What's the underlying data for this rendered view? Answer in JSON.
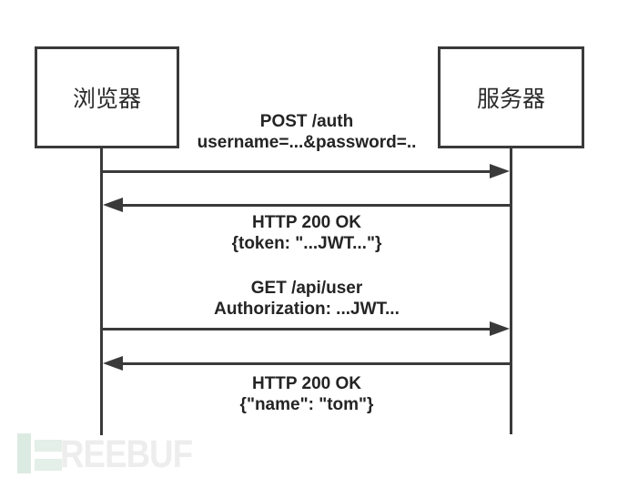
{
  "diagram": {
    "title_hint": "JWT authentication sequence diagram",
    "actors": [
      {
        "id": "browser",
        "label": "浏览器"
      },
      {
        "id": "server",
        "label": "服务器"
      }
    ],
    "messages": [
      {
        "from": "browser",
        "to": "server",
        "direction": "right",
        "line1": "POST /auth",
        "line2": "username=...&password=.."
      },
      {
        "from": "server",
        "to": "browser",
        "direction": "left",
        "line1": "HTTP 200 OK",
        "line2": "{token: \"...JWT...\"}"
      },
      {
        "from": "browser",
        "to": "server",
        "direction": "right",
        "line1": "GET /api/user",
        "line2": "Authorization: ...JWT..."
      },
      {
        "from": "server",
        "to": "browser",
        "direction": "left",
        "line1": "HTTP 200 OK",
        "line2": "{\"name\": \"tom\"}"
      }
    ]
  },
  "watermark": {
    "brand": "FREEBUF",
    "visible_text": "REEBUF",
    "logo_green": "#e3efe8",
    "text_gray": "#ededed"
  },
  "colors": {
    "line": "#3a3a3a",
    "text": "#242424",
    "background": "#ffffff"
  }
}
